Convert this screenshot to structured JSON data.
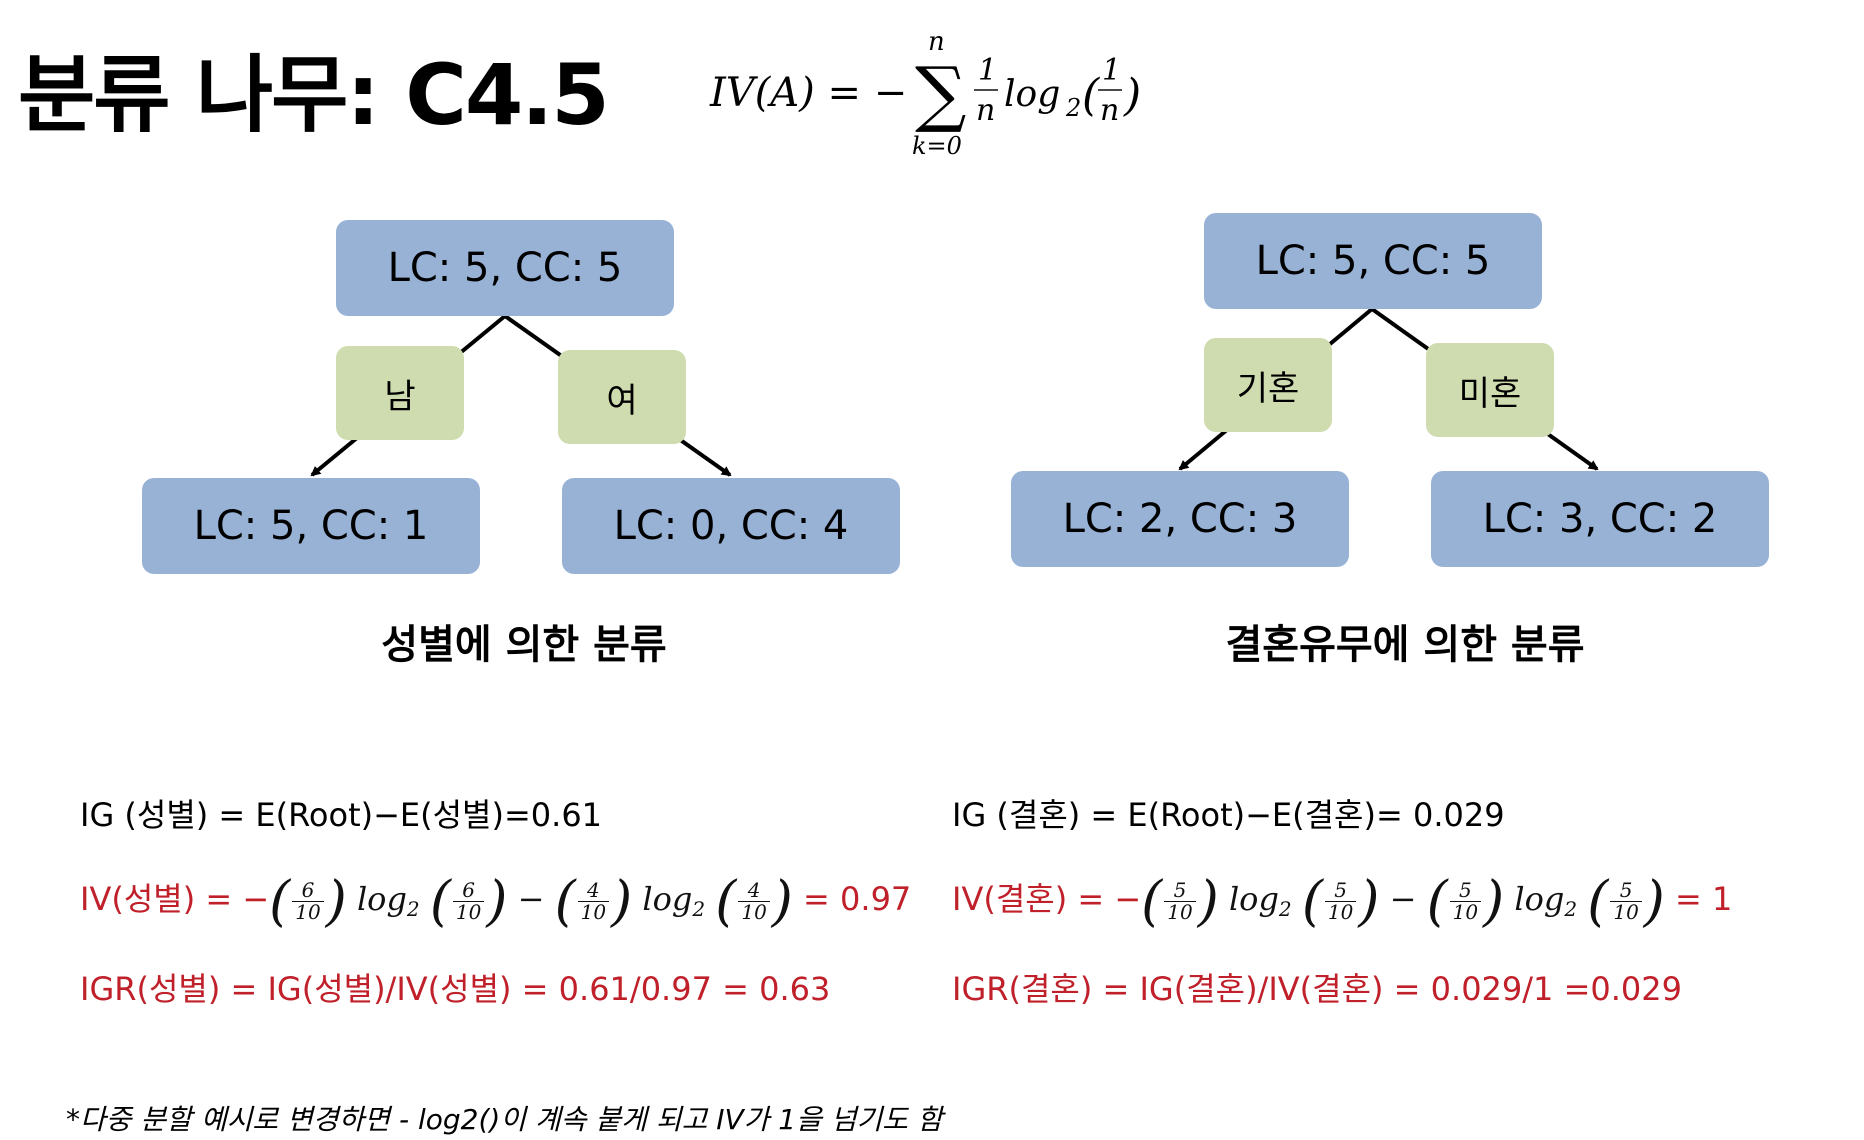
{
  "title": "분류 나무: C4.5",
  "formula": {
    "lhs": "IV(A) = −",
    "sum_top": "n",
    "sum_bottom": "k=0",
    "frac_num": "1",
    "frac_den": "n",
    "log": "log",
    "log_sub": "2",
    "arg_num": "1",
    "arg_den": "n"
  },
  "trees": [
    {
      "root": "LC: 5, CC: 5",
      "edge_labels": [
        "남",
        "여"
      ],
      "children": [
        "LC: 5, CC: 1",
        "LC: 0, CC: 4"
      ],
      "caption": "성별에 의한 분류"
    },
    {
      "root": "LC: 5, CC: 5",
      "edge_labels": [
        "기혼",
        "미혼"
      ],
      "children": [
        "LC: 2, CC: 3",
        "LC: 3, CC: 2"
      ],
      "caption": "결혼유무에 의한 분류"
    }
  ],
  "calcs": {
    "left": {
      "ig": "IG (성별) = E(Root)−E(성별)=0.61",
      "iv_prefix": "IV(성별) = −",
      "iv_terms": [
        {
          "num": "6",
          "den": "10"
        },
        {
          "num": "4",
          "den": "10"
        }
      ],
      "iv_result": "= 0.97",
      "igr": "IGR(성별) = IG(성별)/IV(성별) = 0.61/0.97 = 0.63"
    },
    "right": {
      "ig": "IG (결혼) = E(Root)−E(결혼)= 0.029",
      "iv_prefix": "IV(결혼) = −",
      "iv_terms": [
        {
          "num": "5",
          "den": "10"
        },
        {
          "num": "5",
          "den": "10"
        }
      ],
      "iv_result": "= 1",
      "igr": "IGR(결혼) = IG(결혼)/IV(결혼) = 0.029/1 =0.029"
    }
  },
  "log_text": "log",
  "log_sub": "2",
  "minus": "−",
  "note": "*다중 분할 예시로 변경하면 - log2()이 계속 붙게 되고 IV가 1을 넘기도 함",
  "colors": {
    "node": "#98b2d6",
    "edge_label": "#cfdcb0",
    "highlight_text": "#c0202a"
  }
}
